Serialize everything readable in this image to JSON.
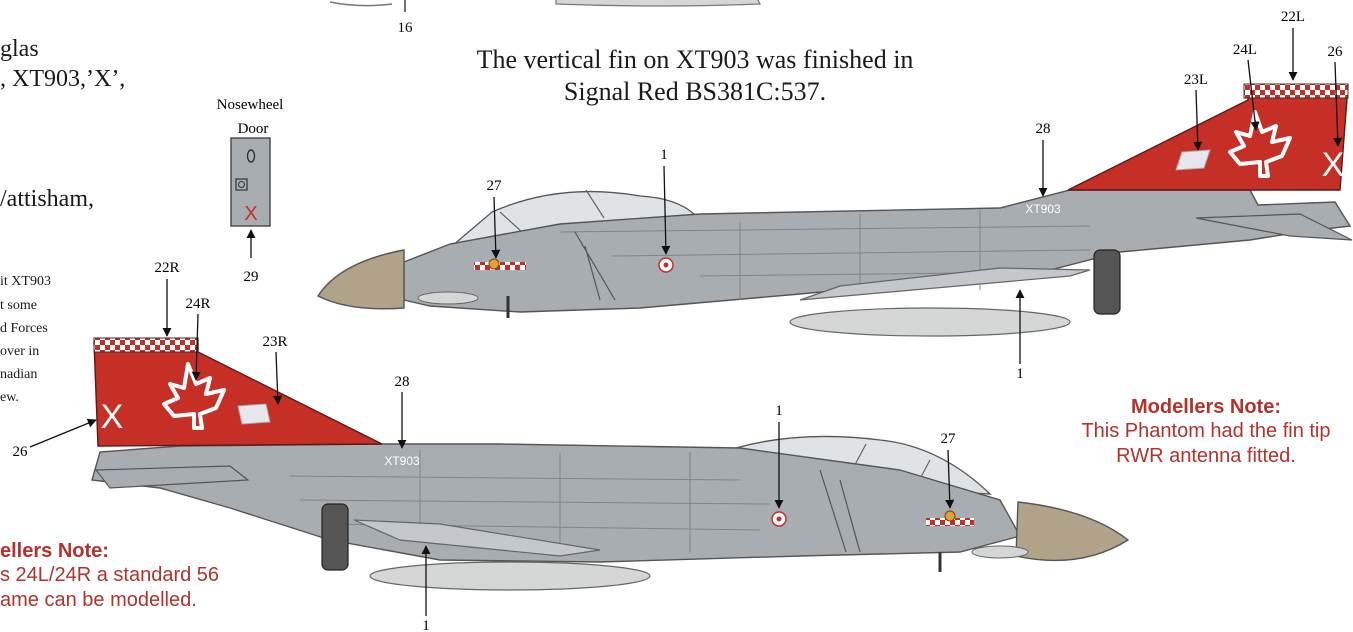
{
  "top_callout": "16",
  "left_text": {
    "line1": "glas",
    "line2": ", XT903,’X’,",
    "line3": "/attisham,"
  },
  "left_note_lines": [
    "it XT903",
    "t some",
    "d Forces",
    "over in",
    "nadian",
    "ew."
  ],
  "fin_note": {
    "line1": "The vertical fin on XT903 was finished in",
    "line2": "Signal Red BS381C:537."
  },
  "nosewheel": {
    "label_line1": "Nosewheel",
    "label_line2": "Door",
    "marking": "X",
    "callout": "29"
  },
  "upper_aircraft": {
    "serial": "XT903",
    "fin_letter": "X",
    "callouts": {
      "c22L": "22L",
      "c24L": "24L",
      "c26": "26",
      "c23L": "23L",
      "c28": "28",
      "c1_top": "1",
      "c27": "27",
      "c1_bottom": "1"
    }
  },
  "lower_aircraft": {
    "serial": "XT903",
    "fin_letter": "X",
    "callouts": {
      "c22R": "22R",
      "c24R": "24R",
      "c23R": "23R",
      "c26": "26",
      "c28": "28",
      "c1_top": "1",
      "c27": "27",
      "c1_bottom": "1"
    }
  },
  "modellers_note_right": {
    "title": "Modellers Note:",
    "line1": "This Phantom had the fin tip",
    "line2": "RWR antenna fitted."
  },
  "modellers_note_left": {
    "title": "ellers Note:",
    "line1": "s 24L/24R a standard 56",
    "line2": "ame can be modelled."
  },
  "colors": {
    "fin_red": "#c62f26",
    "airframe_grey": "#a8adb2",
    "radome": "#b1a38a",
    "note_red": "#b3322a"
  }
}
